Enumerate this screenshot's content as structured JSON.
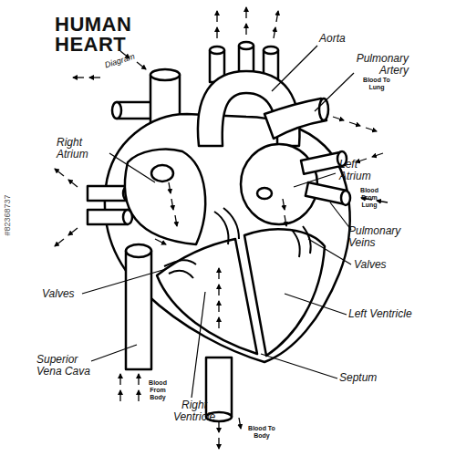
{
  "diagram": {
    "title": "HUMAN HEART",
    "labels": [
      "Diagram",
      "Aorta",
      "Pulmonary Artery",
      "Blood To Lung",
      "Right Atrium",
      "Left Atrium",
      "Blood From Lung",
      "Pulmonary Veins",
      "Valves",
      "Valves",
      "Left Ventricle",
      "Septum",
      "Superior Vena Cava",
      "Blood From Body",
      "Right Ventricle",
      "Blood To Body",
      "#82368737"
    ]
  }
}
